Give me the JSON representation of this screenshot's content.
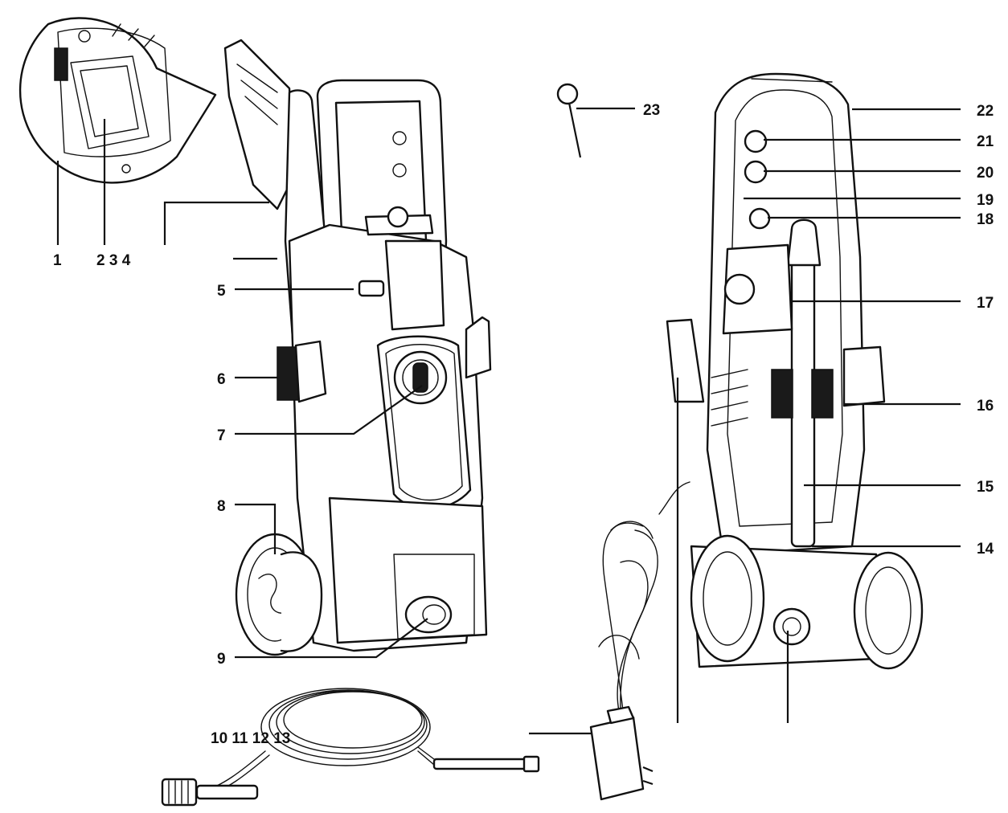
{
  "labels": [
    {
      "id": "1",
      "text": "1"
    },
    {
      "id": "2-3-4",
      "text": "2 3 4"
    },
    {
      "id": "5",
      "text": "5"
    },
    {
      "id": "6",
      "text": "6"
    },
    {
      "id": "7",
      "text": "7"
    },
    {
      "id": "8",
      "text": "8"
    },
    {
      "id": "9",
      "text": "9"
    },
    {
      "id": "10-13",
      "text": "10 11 12 13"
    },
    {
      "id": "14",
      "text": "14"
    },
    {
      "id": "15",
      "text": "15"
    },
    {
      "id": "16",
      "text": "16"
    },
    {
      "id": "17",
      "text": "17"
    },
    {
      "id": "18",
      "text": "18"
    },
    {
      "id": "19",
      "text": "19"
    },
    {
      "id": "20",
      "text": "20"
    },
    {
      "id": "21",
      "text": "21"
    },
    {
      "id": "22",
      "text": "22"
    },
    {
      "id": "23",
      "text": "23"
    }
  ],
  "colors": {
    "ink": "#111111",
    "paper": "#ffffff",
    "fill_dark": "#1a1a1a",
    "fill_light": "#d6d6d6"
  }
}
